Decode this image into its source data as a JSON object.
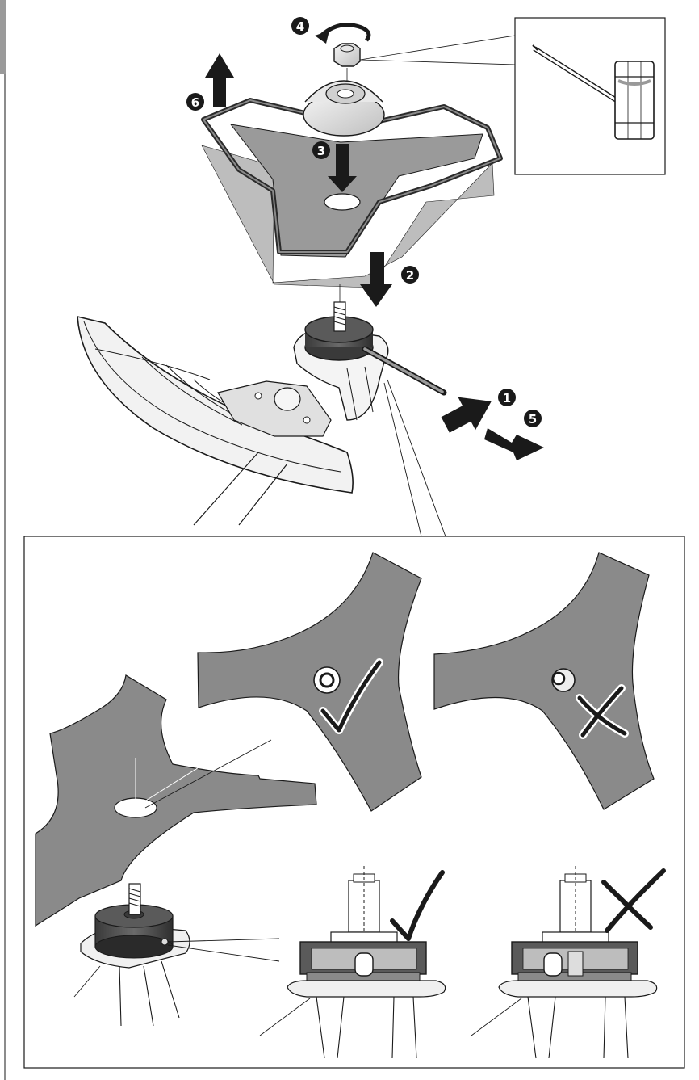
{
  "steps": [
    {
      "number": "1",
      "action": "insert-locking-pin"
    },
    {
      "number": "2",
      "action": "lower-blade-onto-spindle"
    },
    {
      "number": "3",
      "action": "fit-thrust-washer"
    },
    {
      "number": "4",
      "action": "tighten-nut"
    },
    {
      "number": "5",
      "action": "remove-locking-pin"
    },
    {
      "number": "6",
      "action": "remove-blade-guard"
    }
  ],
  "marks": {
    "correct": "check",
    "incorrect": "cross"
  },
  "colors": {
    "blade": "#8a8a8a",
    "blade_light": "#bdbdbd",
    "line": "#1a1a1a",
    "background": "#ffffff",
    "guard_frame": "#4a4a4a"
  },
  "icons": [
    "circular-arrow-icon",
    "up-arrow-icon",
    "down-arrow-icon",
    "in-arrow-icon",
    "out-arrow-icon",
    "box-wrench-icon",
    "check-mark-icon",
    "cross-mark-icon"
  ]
}
